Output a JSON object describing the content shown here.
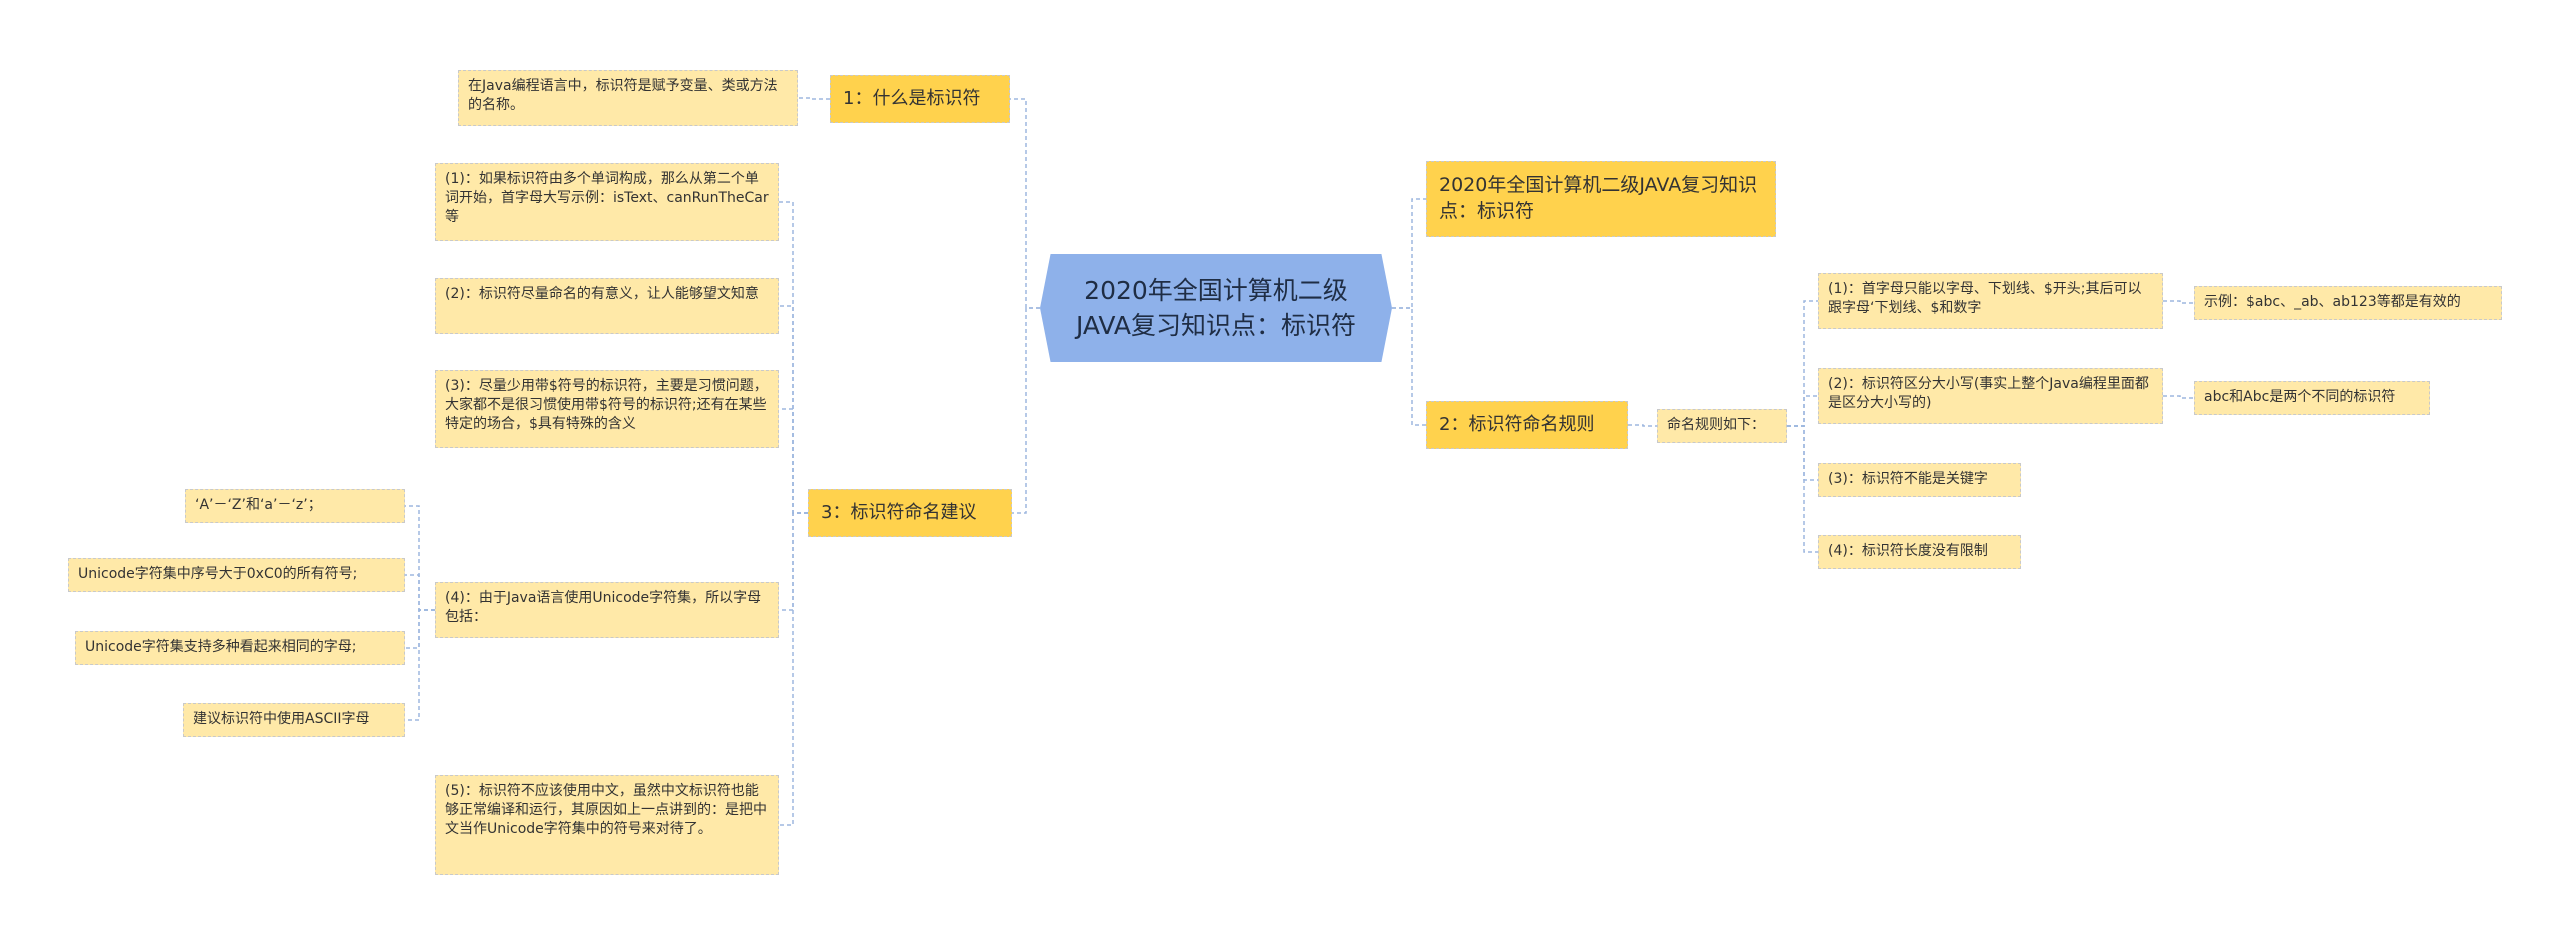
{
  "root": {
    "line1": "2020年全国计算机二级",
    "line2": "JAVA复习知识点：标识符"
  },
  "left": {
    "b1": {
      "label": "1：什么是标识符",
      "desc": "在Java编程语言中，标识符是赋予变量、类或方法的名称。"
    },
    "b3": {
      "label": "3：标识符命名建议",
      "items": [
        "(1)：如果标识符由多个单词构成，那么从第二个单词开始，首字母大写示例：isText、canRunTheCar等",
        "(2)：标识符尽量命名的有意义，让人能够望文知意",
        "(3)：尽量少用带$符号的标识符，主要是习惯问题，大家都不是很习惯使用带$符号的标识符;还有在某些特定的场合，$具有特殊的含义",
        "(4)：由于Java语言使用Unicode字符集，所以字母包括：",
        "(5)：标识符不应该使用中文，虽然中文标识符也能够正常编译和运行，其原因如上一点讲到的：是把中文当作Unicode字符集中的符号来对待了。"
      ],
      "sub4": [
        "‘A’－‘Z’和‘a’－‘z’；",
        "Unicode字符集中序号大于0xC0的所有符号;",
        "Unicode字符集支持多种看起来相同的字母;",
        "建议标识符中使用ASCII字母"
      ]
    }
  },
  "right": {
    "title": "2020年全国计算机二级JAVA复习知识点：标识符",
    "b2": {
      "label": "2：标识符命名规则",
      "mid": "命名规则如下：",
      "items": [
        "(1)：首字母只能以字母、下划线、$开头;其后可以跟字母‘下划线、$和数字",
        "(2)：标识符区分大小写(事实上整个Java编程里面都是区分大小写的)",
        "(3)：标识符不能是关键字",
        "(4)：标识符长度没有限制"
      ],
      "examples": [
        "示例：$abc、_ab、ab123等都是有效的",
        "abc和Abc是两个不同的标识符"
      ]
    }
  },
  "colors": {
    "root": "#8eb1ea",
    "topic": "#ffd24d",
    "leaf": "#ffe9a8",
    "connector": "#9db7df"
  }
}
